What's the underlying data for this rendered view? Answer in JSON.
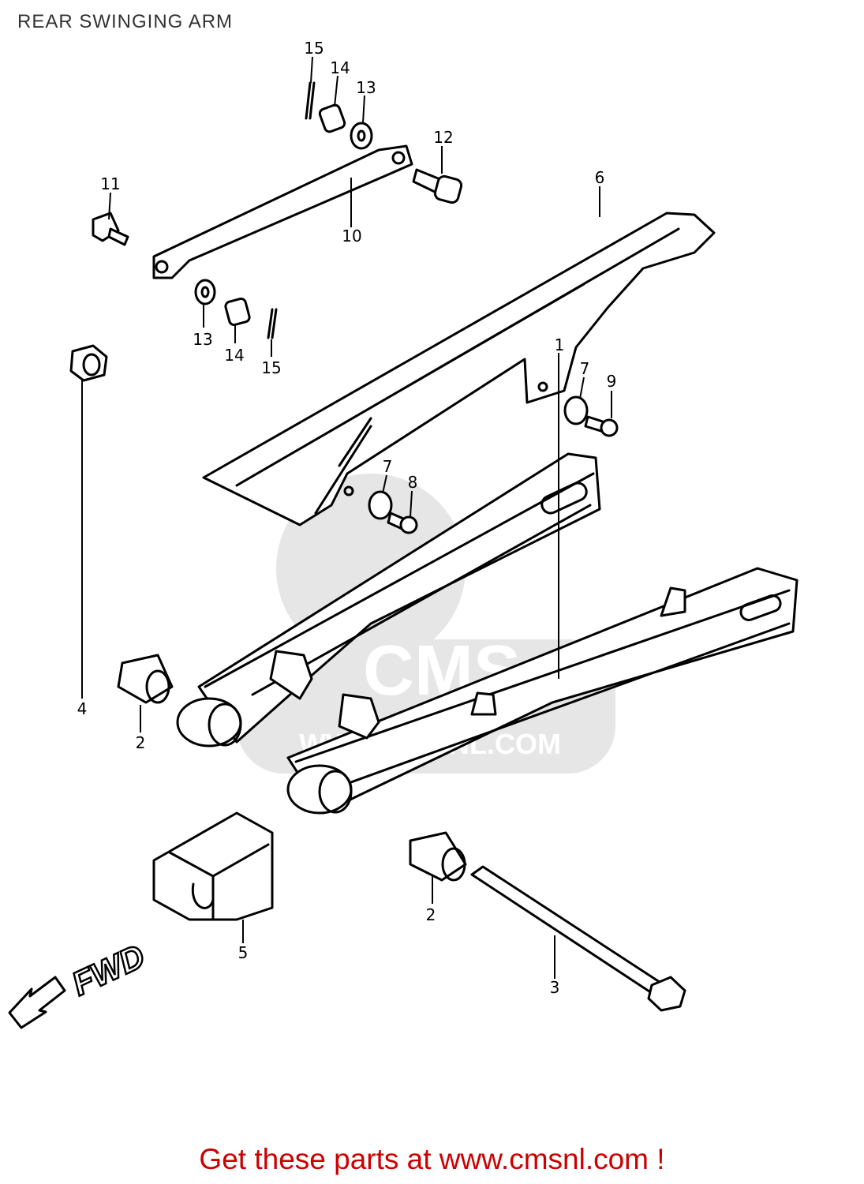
{
  "title": "REAR SWINGING ARM",
  "footer_text": "Get these parts at www.cmsnl.com !",
  "watermark": {
    "logo": "CMS",
    "url": "WWW.CMSNL.COM"
  },
  "direction_label": "FWD",
  "callouts": {
    "c15a": "15",
    "c14a": "14",
    "c13a": "13",
    "c12": "12",
    "c11": "11",
    "c10": "10",
    "c6": "6",
    "c13b": "13",
    "c14b": "14",
    "c15b": "15",
    "c7a": "7",
    "c9": "9",
    "c7b": "7",
    "c8": "8",
    "c1": "1",
    "c4": "4",
    "c2a": "2",
    "c2b": "2",
    "c5": "5",
    "c3": "3"
  },
  "colors": {
    "footer": "#cc0000",
    "line": "#000000",
    "watermark": "#e6e6e6"
  }
}
